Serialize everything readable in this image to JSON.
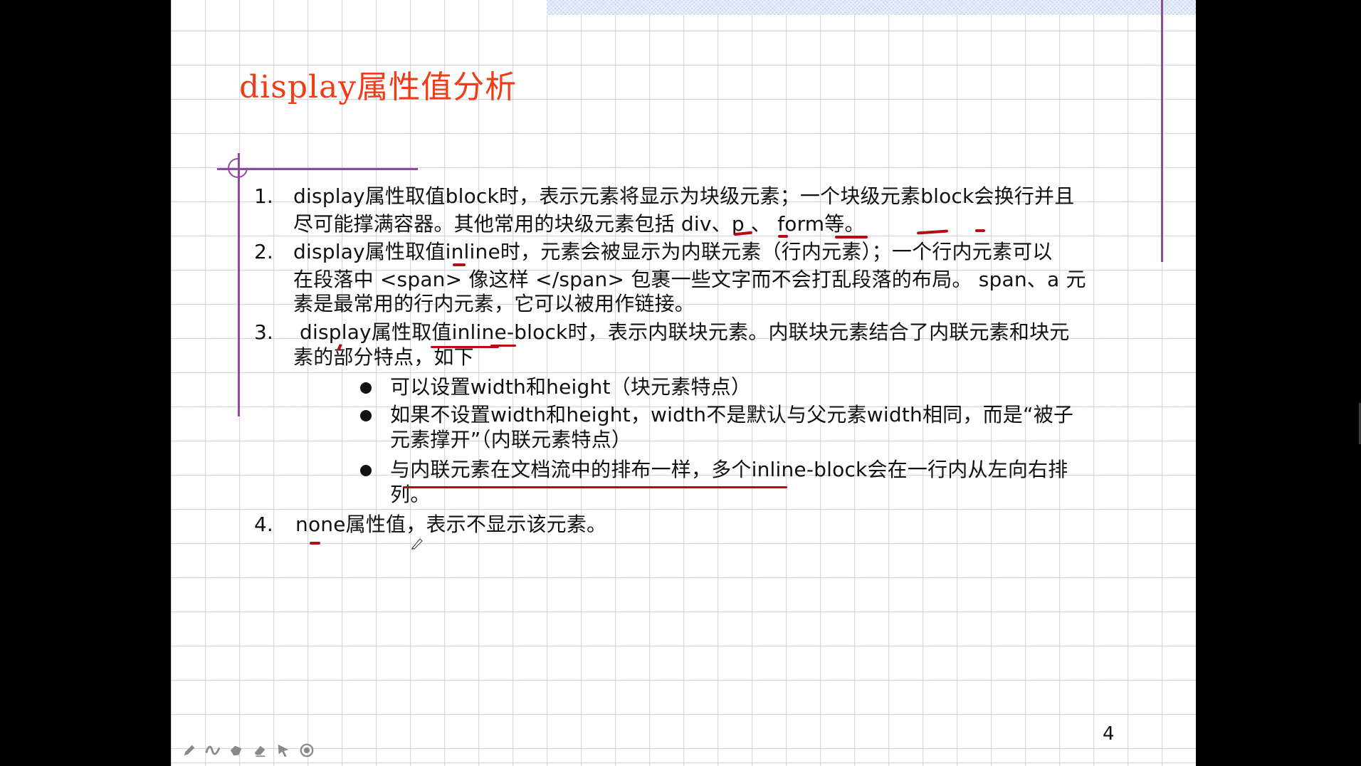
{
  "slide": {
    "title": "display属性值分析",
    "page_number": "4",
    "items": [
      {
        "number": "1.",
        "lines": [
          "display属性取值block时，表示元素将显示为块级元素；一个块级元素block会换行并且",
          "尽可能撑满容器。其他常用的块级元素包括 div、p 、 form等。"
        ]
      },
      {
        "number": "2.",
        "lines": [
          "display属性取值inline时，元素会被显示为内联元素（行内元素）；一个行内元素可以",
          "在段落中 <span> 像这样 </span> 包裹一些文字而不会打乱段落的布局。 span、a 元",
          "素是最常用的行内元素，它可以被用作链接。"
        ]
      },
      {
        "number": "3.",
        "lines": [
          "display属性取值inline-block时，表示内联块元素。内联块元素结合了内联元素和块元",
          "素的部分特点，如下"
        ],
        "bullets": [
          {
            "lines": [
              "可以设置width和height（块元素特点）"
            ]
          },
          {
            "lines": [
              "如果不设置width和height，width不是默认与父元素width相同，而是“被子",
              "元素撑开”（内联元素特点）"
            ]
          },
          {
            "lines": [
              "与内联元素在文档流中的排布一样，多个inline-block会在一行内从左向右排",
              "列。"
            ]
          }
        ]
      },
      {
        "number": "4.",
        "lines": [
          "none属性值，表示不显示该元素。"
        ]
      }
    ]
  },
  "annotation_toolbar": {
    "tools": [
      "pen-icon",
      "freehand-icon",
      "highlighter-icon",
      "eraser-icon",
      "pointer-icon",
      "laser-icon"
    ]
  },
  "colors": {
    "title": "#f03c14",
    "accent_purple": "#8e4a9c",
    "ink_marks": "#b50d12",
    "background": "#000000"
  }
}
